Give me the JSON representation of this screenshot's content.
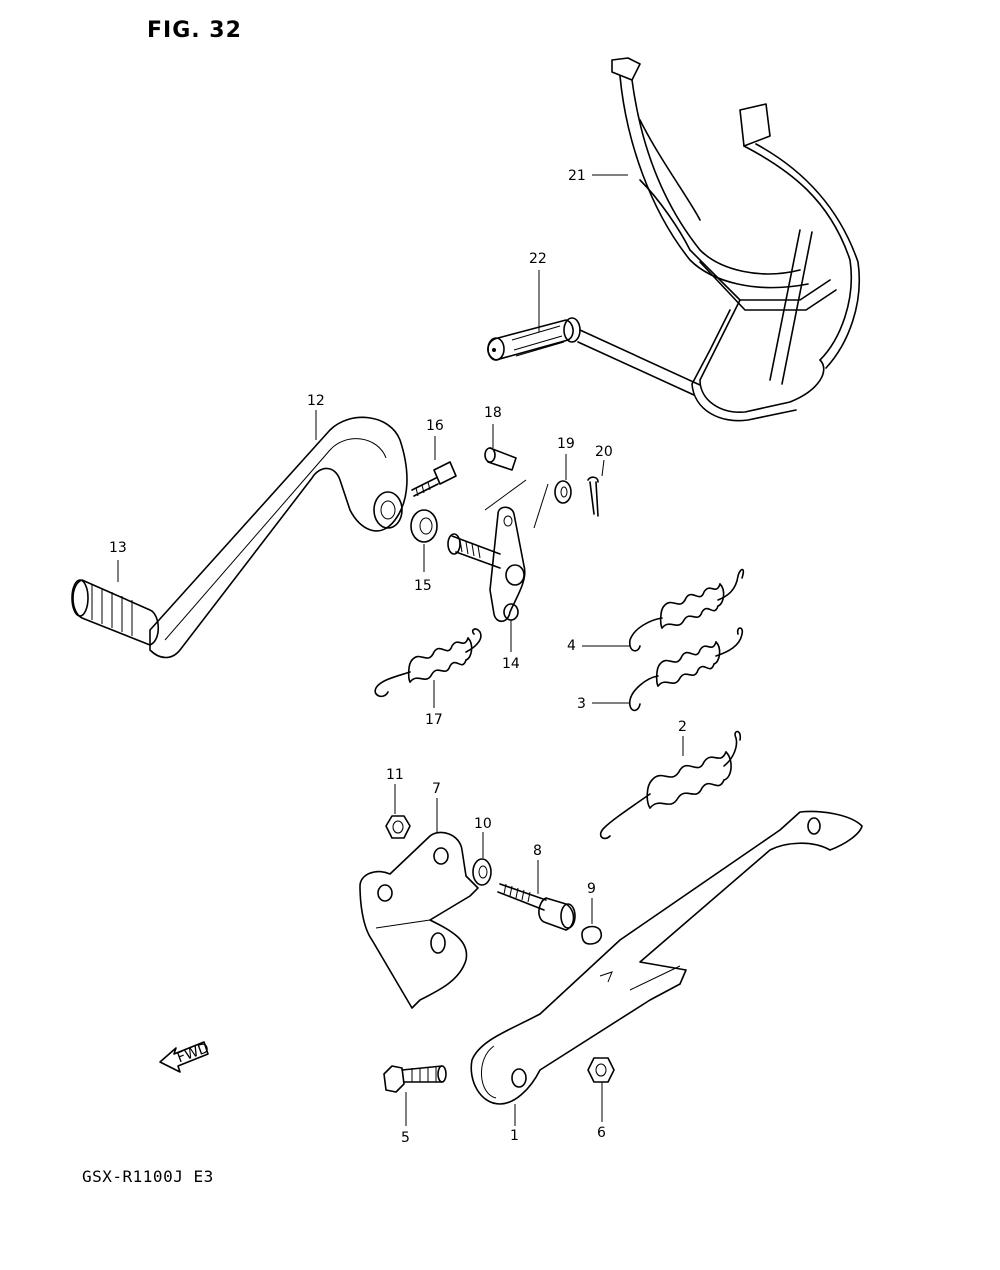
{
  "figure": {
    "title": "FIG. 32",
    "model_code": "GSX-R1100J  E3",
    "fwd_label": "FWD"
  },
  "callouts": [
    "1",
    "2",
    "3",
    "4",
    "5",
    "6",
    "7",
    "8",
    "9",
    "10",
    "11",
    "12",
    "13",
    "14",
    "15",
    "16",
    "17",
    "18",
    "19",
    "20",
    "21",
    "22"
  ]
}
